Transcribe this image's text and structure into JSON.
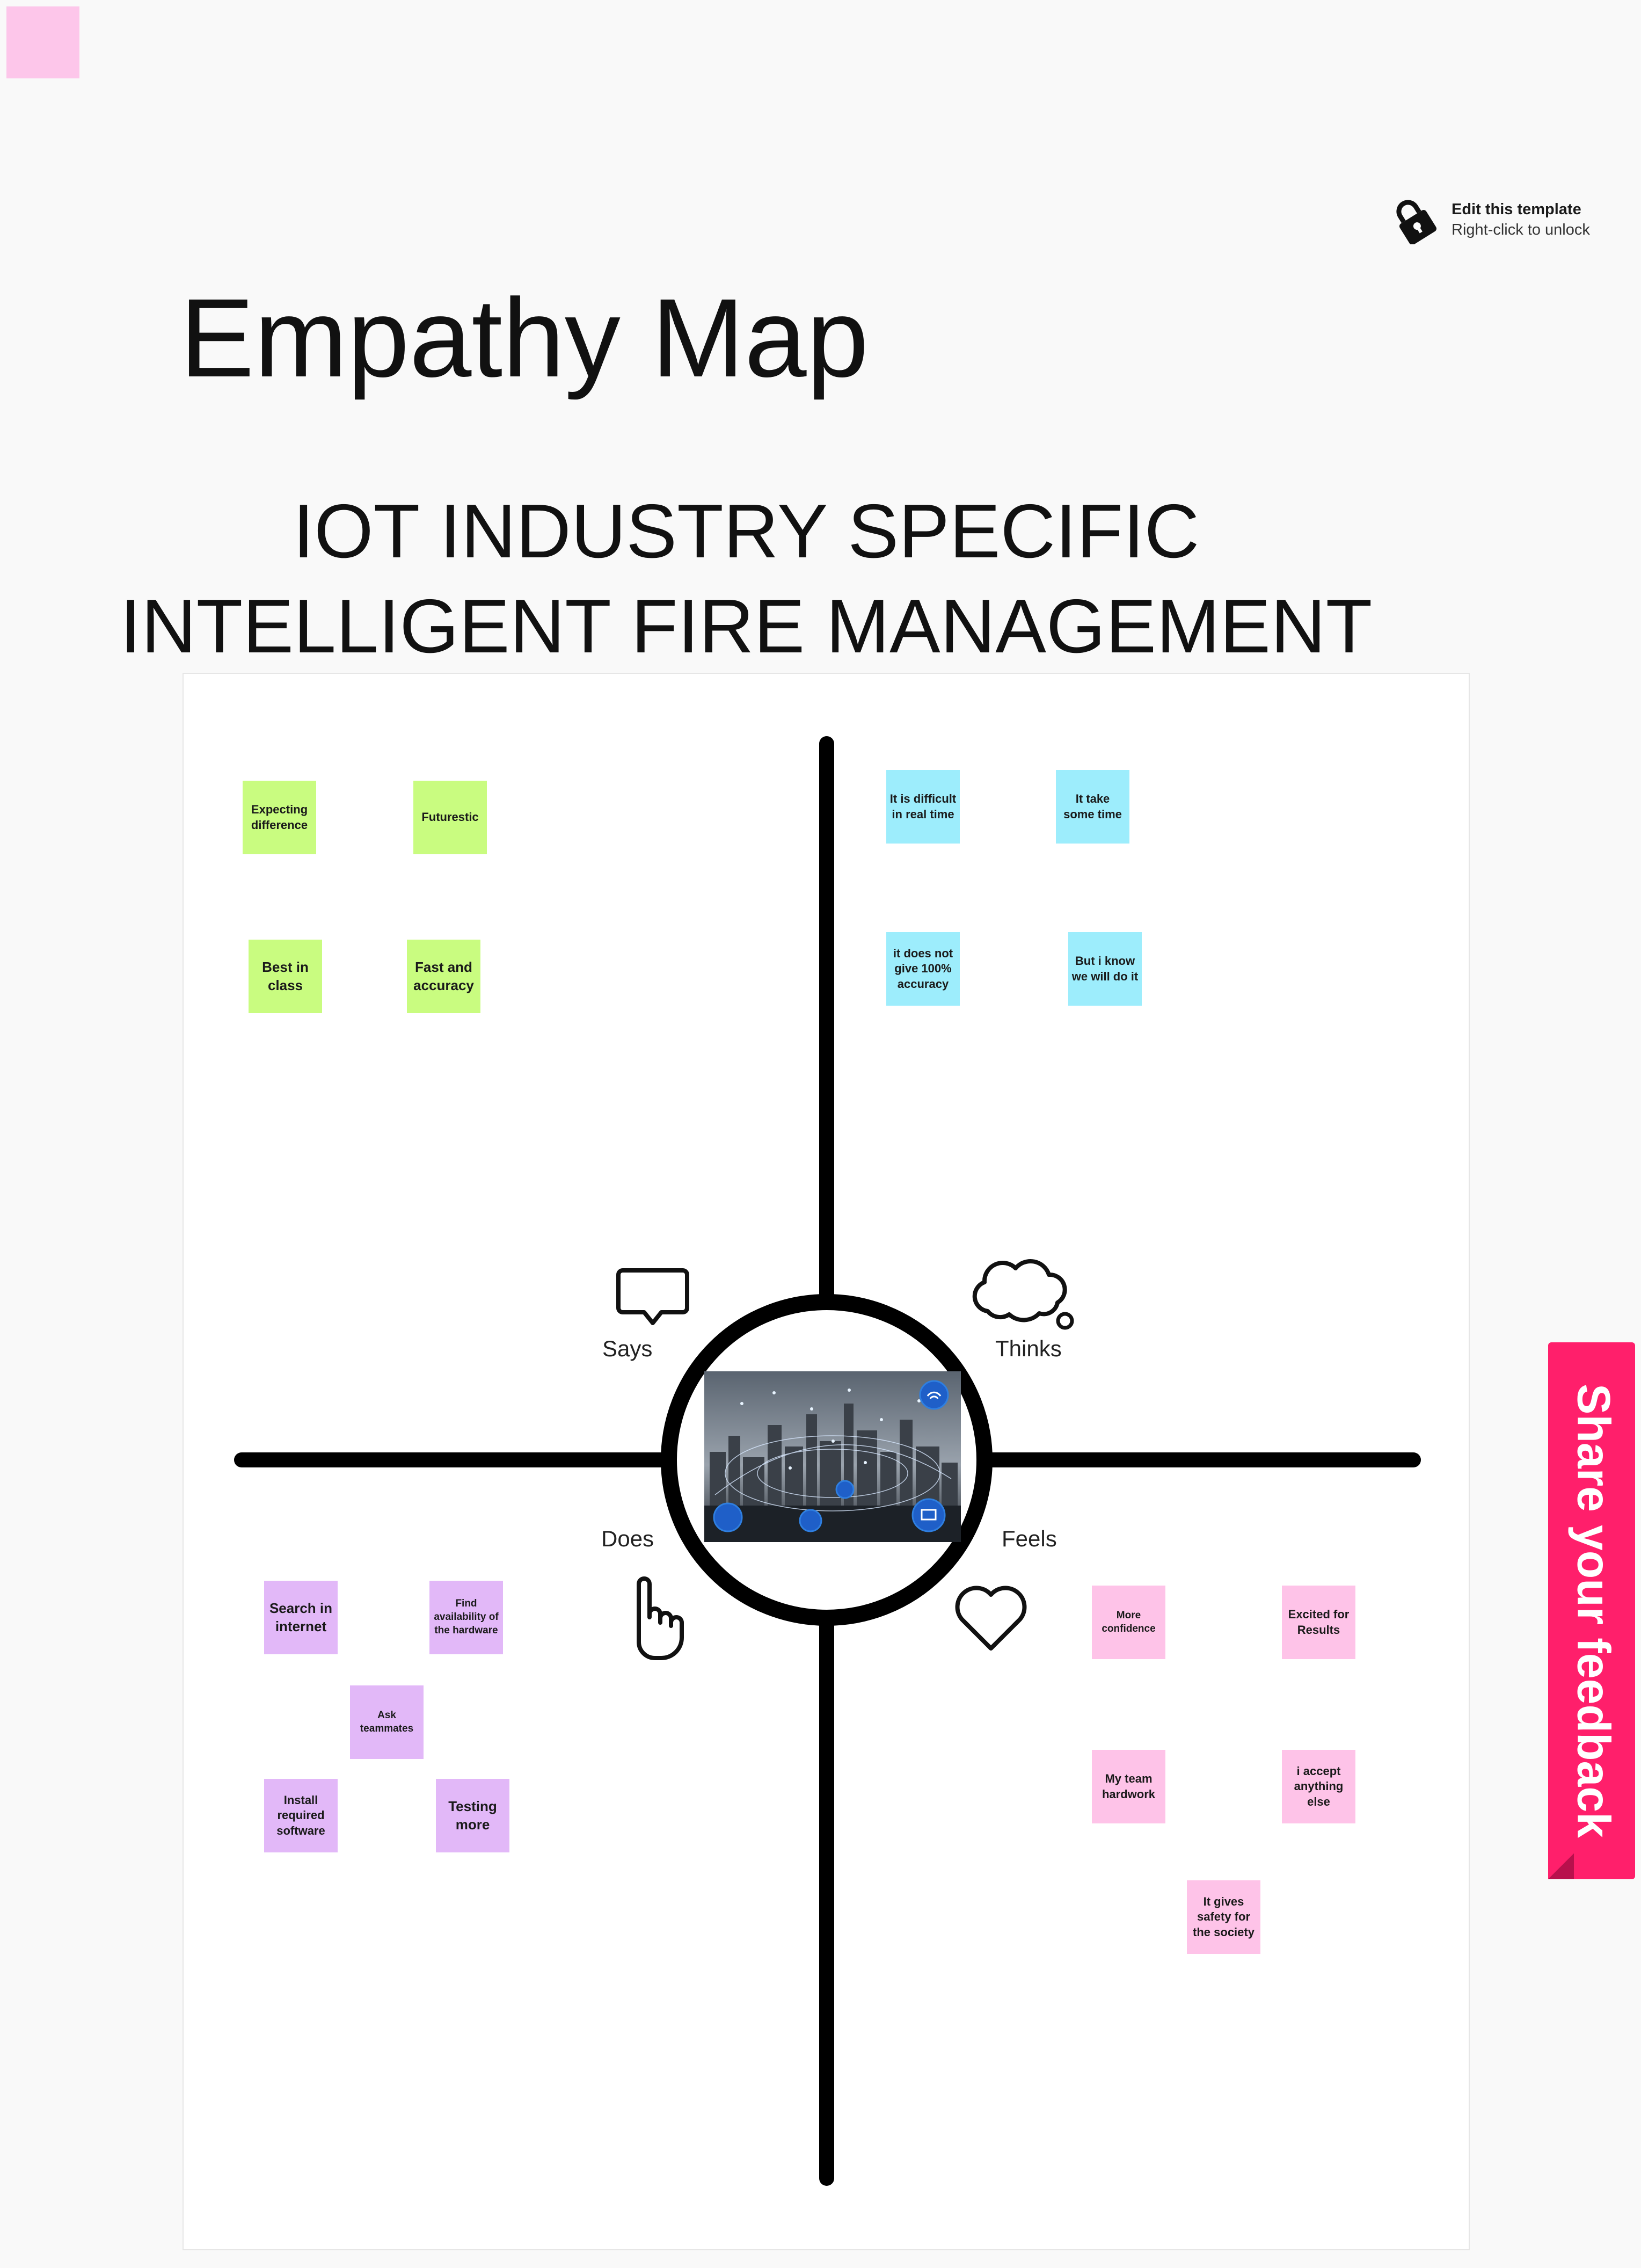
{
  "header": {
    "lock_title": "Edit this template",
    "lock_subtitle": "Right-click to unlock",
    "title": "Empathy Map",
    "subtitle_line1": "IOT INDUSTRY SPECIFIC",
    "subtitle_line2": "INTELLIGENT FIRE MANAGEMENT"
  },
  "quadrants": {
    "says": "Says",
    "thinks": "Thinks",
    "does": "Does",
    "feels": "Feels"
  },
  "notes": {
    "says": [
      "Expecting difference",
      "Futurestic",
      "Best in class",
      "Fast and accuracy"
    ],
    "thinks": [
      "It is difficult in real time",
      "It take some time",
      "it does not give 100% accuracy",
      "But i know we will do it"
    ],
    "does": [
      "Search in internet",
      "Find availability of the hardware",
      "Ask teammates",
      "Install required software",
      "Testing more"
    ],
    "feels": [
      "More confidence",
      "Excited for Results",
      "My team hardwork",
      "i accept anything else",
      "It gives safety for the society"
    ]
  },
  "feedback": {
    "label": "Share your feedback"
  },
  "colors": {
    "says_note": "#c9fc80",
    "thinks_note": "#9dedfc",
    "does_note": "#e2b8f8",
    "feels_note": "#fec3e8",
    "feedback_tab": "#ff1f6b",
    "corner_note": "#fdc6ea"
  },
  "icons": [
    "lock-icon",
    "speech-bubble-icon",
    "thought-cloud-icon",
    "pointing-hand-icon",
    "heart-icon"
  ]
}
